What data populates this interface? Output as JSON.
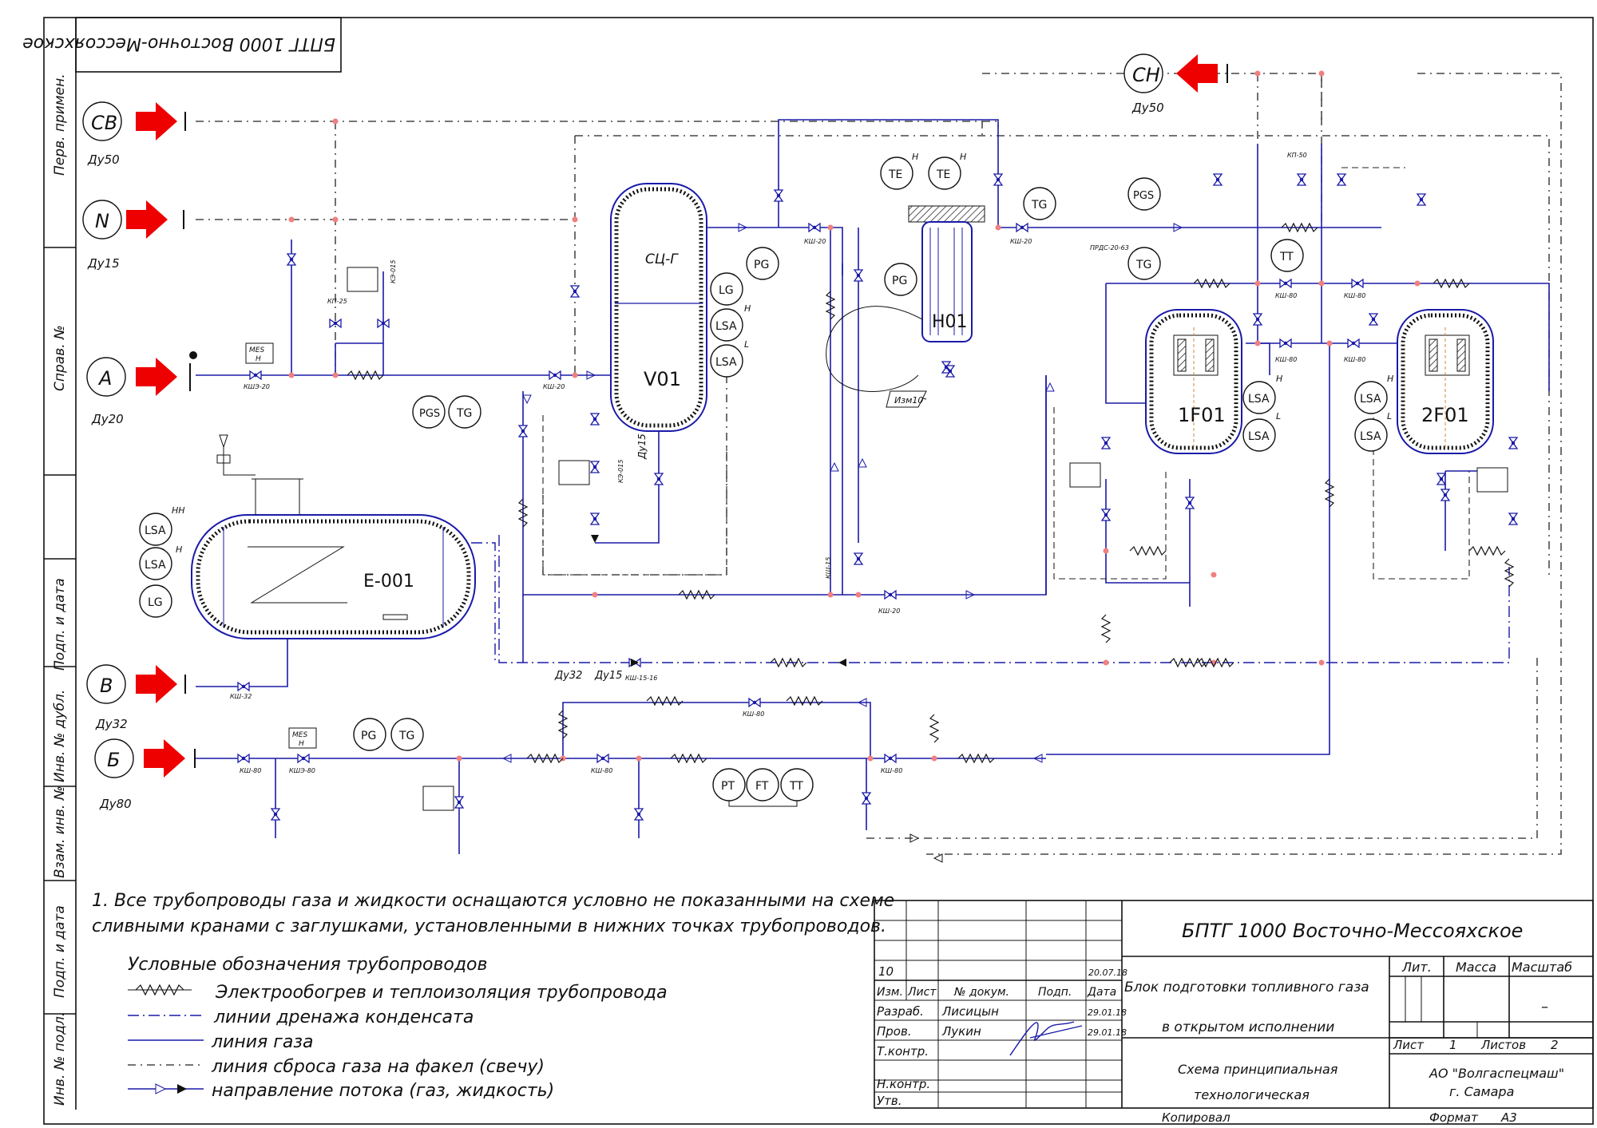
{
  "drawing": {
    "stamp_rotated": "БПТГ 1000 Восточно-Мессояхское",
    "side_labels": {
      "perv_primen": "Перв. примен.",
      "sprav_no": "Справ. №",
      "podp_data_1": "Подп. и дата",
      "inv_dubl": "Инв. № дубл.",
      "vzam_inv": "Взам. инв. №",
      "podp_data_2": "Подп. и дата",
      "inv_podl": "Инв. № подл."
    },
    "connections": [
      {
        "code": "CB",
        "dn": "Ду50"
      },
      {
        "code": "N",
        "dn": "Ду15"
      },
      {
        "code": "A",
        "dn": "Ду20"
      },
      {
        "code": "B",
        "dn": "Ду32"
      },
      {
        "code": "Б",
        "dn": "Ду80"
      },
      {
        "code": "CH",
        "dn": "Ду50"
      }
    ],
    "equipment": {
      "v01": "V01",
      "v01_top": "СЦ-Г",
      "e001": "E-001",
      "h01": "H01",
      "f1": "1F01",
      "f2": "2F01",
      "izm": "Изм10"
    },
    "instruments": {
      "pgs": "PGS",
      "tg": "TG",
      "pg": "PG",
      "lg": "LG",
      "lsa": "LSA",
      "te": "TE",
      "tt": "TT",
      "pt": "PT",
      "ft": "FT",
      "h": "H",
      "l": "L",
      "hh": "HH"
    },
    "valve_tags": {
      "ksh20": "КШ-20",
      "ksh15": "КШ-15",
      "ksh80": "КШ-80",
      "ksh32": "КШ-32",
      "ksh1516": "КШ-15-16",
      "kp25": "КП-25",
      "kp50": "КП-50",
      "ke015": "КЭ-015",
      "mes": "MES",
      "h": "Н",
      "ksh_e_20": "КШЭ-20",
      "ksh_e_80": "КШЭ-80",
      "prd": "ПРДС-20-63"
    },
    "dn_labels": {
      "du15": "Ду15",
      "du32": "Ду32"
    }
  },
  "notes": {
    "note1_line1": "1. Все трубопроводы газа и жидкости оснащаются условно не показанными на схеме",
    "note1_line2": "сливными кранами с заглушками, установленными в нижних точках трубопроводов."
  },
  "legend": {
    "title": "Условные обозначения трубопроводов",
    "items": [
      "Электрообогрев и теплоизоляция трубопровода",
      "линии дренажа конденсата",
      "линия газа",
      "линия сброса газа на факел (свечу)",
      "направление потока (газ, жидкость)"
    ]
  },
  "title_block": {
    "project": "БПТГ 1000 Восточно-Мессояхское",
    "rev_no": "10",
    "rev_date": "20.07.18",
    "hdr_izm": "Изм.",
    "hdr_list": "Лист",
    "hdr_doc": "№ докум.",
    "hdr_podp": "Подп.",
    "hdr_data": "Дата",
    "razrab_label": "Разраб.",
    "razrab_name": "Лисицын",
    "razrab_date": "29.01.18",
    "prov_label": "Пров.",
    "prov_name": "Лукин",
    "prov_date": "29.01.18",
    "tkontr": "Т.контр.",
    "nkontr": "Н.контр.",
    "utv": "Утв.",
    "name_line1": "Блок подготовки топливного газа",
    "name_line2": "в открытом исполнении",
    "doc_line1": "Схема принципиальная",
    "doc_line2": "технологическая",
    "lit": "Лит.",
    "massa": "Масса",
    "masshtab": "Масштаб",
    "scale_val": "–",
    "list_label": "Лист",
    "list_val": "1",
    "listov_label": "Листов",
    "listov_val": "2",
    "org1": "АО \"Волгаспецмаш\"",
    "org2": "г. Самара",
    "kopiroval": "Копировал",
    "format": "Формат",
    "format_val": "А3"
  }
}
